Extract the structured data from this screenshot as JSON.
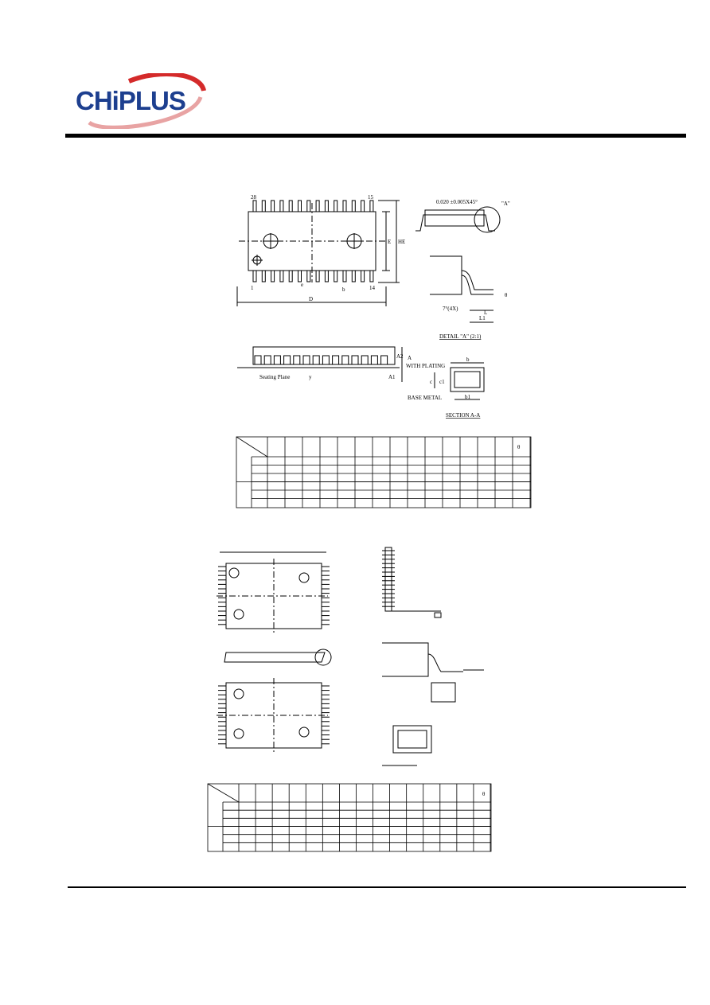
{
  "header": {
    "logo_text": "CHiPLUS",
    "brand_colors": {
      "primary": "#1d3f8f",
      "accent": "#d42a2a",
      "swoosh": "#e8a3a3"
    }
  },
  "drawing1": {
    "pin_first_top": "28",
    "pin_last_top": "15",
    "pin_first_bottom": "1",
    "pin_last_bottom": "14",
    "dim_D": "D",
    "dim_E": "E",
    "dim_HE": "HE",
    "dim_e": "e",
    "dim_b": "b",
    "chamfer_note": "0.020 ±0.005X45°",
    "detail_callout": "\"A\"",
    "angle_note": "7°(4X)",
    "dim_L": "L",
    "dim_L1": "L1",
    "dim_theta": "θ",
    "detail_title": "DETAIL \"A\" (2:1)",
    "dim_A": "A",
    "dim_A1": "A1",
    "dim_A2": "A2",
    "seating_plane": "Seating Plane",
    "coplanarity": "y",
    "with_plating": "WITH PLATING",
    "base_metal": "BASE METAL",
    "dim_c": "c",
    "dim_c1": "c1",
    "dim_b1": "b1",
    "section_title": "SECTION A-A",
    "table_theta": "θ"
  },
  "drawing2": {
    "table_theta": "θ"
  }
}
